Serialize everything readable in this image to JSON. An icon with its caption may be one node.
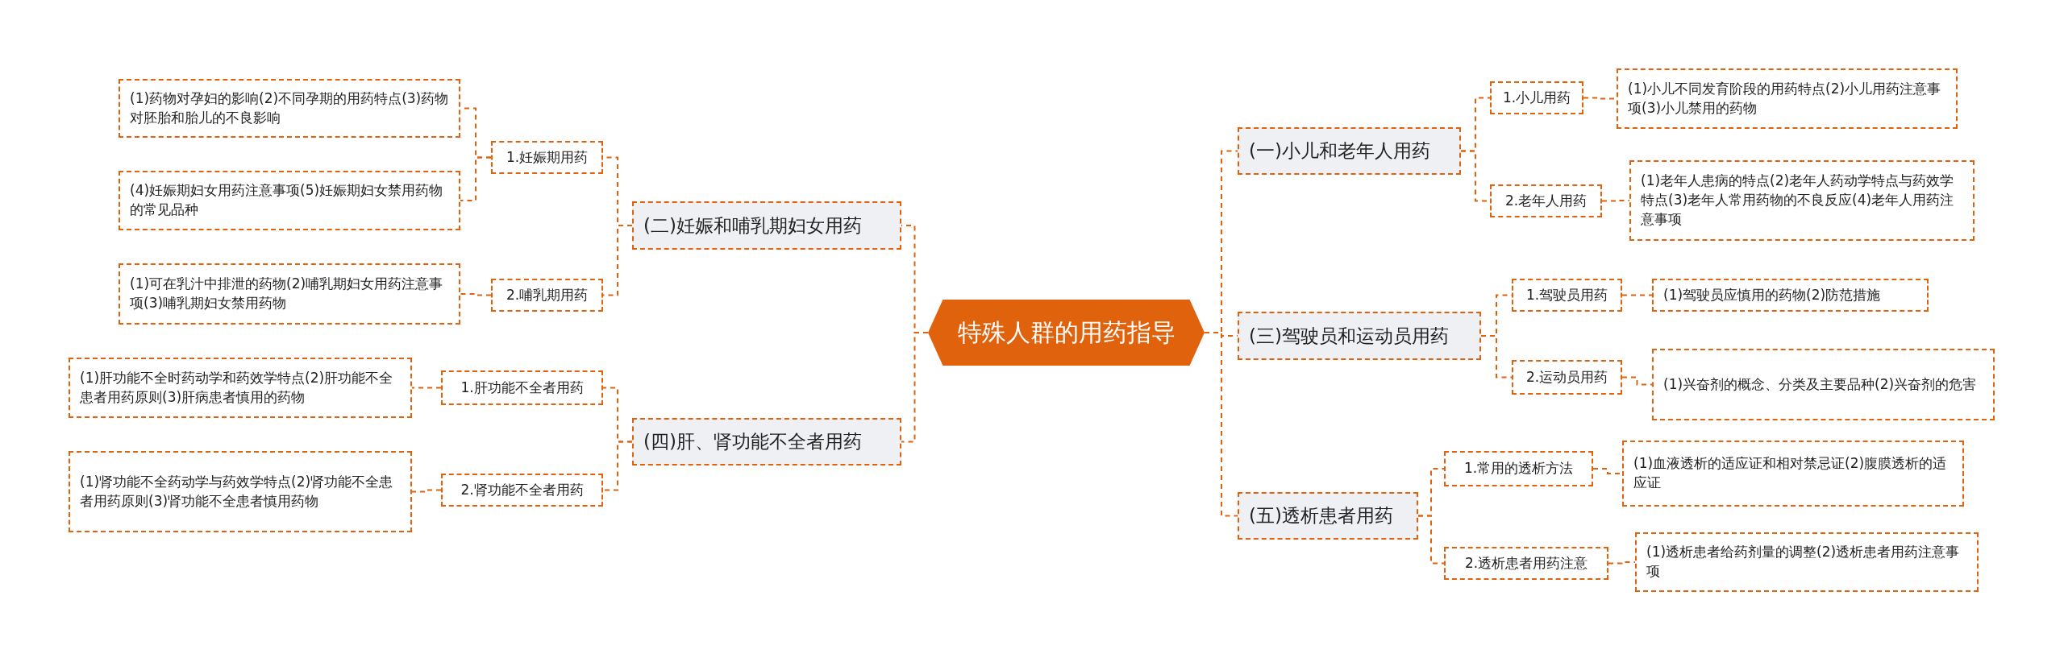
{
  "diagram": {
    "nodes": [
      {
        "text": [
          "特殊人群的用药指导"
        ]
      },
      {
        "text": [
          "(一)小儿和老年人用药"
        ]
      },
      {
        "text": [
          "1.小儿用药"
        ]
      },
      {
        "text": [
          "(1)小儿不同发育阶段的用药特点(2)小儿用药注意事项(3)小儿禁用的药物"
        ]
      },
      {
        "text": [
          "2.老年人用药"
        ]
      },
      {
        "text": [
          "(1)老年人患病的特点(2)老年人药动学特点与药效学特点(3)老年人常用药物的不良反应(4)老年人用药注意事项"
        ]
      },
      {
        "text": [
          "(三)驾驶员和运动员用药"
        ]
      },
      {
        "text": [
          "1.驾驶员用药"
        ]
      },
      {
        "text": [
          "(1)驾驶员应慎用的药物(2)防范措施"
        ]
      },
      {
        "text": [
          "2.运动员用药"
        ]
      },
      {
        "text": [
          "(1)兴奋剂的概念、分类及主要品种(2)兴奋剂的危害"
        ]
      },
      {
        "text": [
          "(五)透析患者用药"
        ]
      },
      {
        "text": [
          "1.常用的透析方法"
        ]
      },
      {
        "text": [
          "(1)血液透析的适应证和相对禁忌证(2)腹膜透析的适应证"
        ]
      },
      {
        "text": [
          "2.透析患者用药注意"
        ]
      },
      {
        "text": [
          "(1)透析患者给药剂量的调整(2)透析患者用药注意事项"
        ]
      },
      {
        "text": [
          "(二)妊娠和哺乳期妇女用药"
        ]
      },
      {
        "text": [
          "1.妊娠期用药"
        ]
      },
      {
        "text": [
          "(1)药物对孕妇的影响(2)不同孕期的用药特点(3)药物对胚胎和胎儿的不良影响"
        ]
      },
      {
        "text": [
          "(4)妊娠期妇女用药注意事项(5)妊娠期妇女禁用药物的常见品种"
        ]
      },
      {
        "text": [
          "2.哺乳期用药"
        ]
      },
      {
        "text": [
          "(1)可在乳汁中排泄的药物(2)哺乳期妇女用药注意事项(3)哺乳期妇女禁用药物"
        ]
      },
      {
        "text": [
          "(四)肝、肾功能不全者用药"
        ]
      },
      {
        "text": [
          "1.肝功能不全者用药"
        ]
      },
      {
        "text": [
          "(1)肝功能不全时药动学和药效学特点(2)肝功能不全患者用药原则(3)肝病患者慎用的药物"
        ]
      },
      {
        "text": [
          "2.肾功能不全者用药"
        ]
      },
      {
        "text": [
          "(1)肾功能不全药动学与药效学特点(2)肾功能不全患者用药原则(3)肾功能不全患者慎用药物"
        ]
      }
    ],
    "edges": [
      {
        "from": 0,
        "to": 1,
        "arrow": "none"
      },
      {
        "from": 1,
        "to": 2,
        "arrow": "none"
      },
      {
        "from": 2,
        "to": 3,
        "arrow": "none"
      },
      {
        "from": 1,
        "to": 4,
        "arrow": "none"
      },
      {
        "from": 4,
        "to": 5,
        "arrow": "none"
      },
      {
        "from": 0,
        "to": 6,
        "arrow": "none"
      },
      {
        "from": 6,
        "to": 7,
        "arrow": "none"
      },
      {
        "from": 7,
        "to": 8,
        "arrow": "none"
      },
      {
        "from": 6,
        "to": 9,
        "arrow": "none"
      },
      {
        "from": 9,
        "to": 10,
        "arrow": "none"
      },
      {
        "from": 0,
        "to": 11,
        "arrow": "none"
      },
      {
        "from": 11,
        "to": 12,
        "arrow": "none"
      },
      {
        "from": 12,
        "to": 13,
        "arrow": "none"
      },
      {
        "from": 11,
        "to": 14,
        "arrow": "none"
      },
      {
        "from": 14,
        "to": 15,
        "arrow": "none"
      },
      {
        "from": 0,
        "to": 16,
        "arrow": "none"
      },
      {
        "from": 16,
        "to": 17,
        "arrow": "none"
      },
      {
        "from": 17,
        "to": 18,
        "arrow": "none"
      },
      {
        "from": 17,
        "to": 19,
        "arrow": "none"
      },
      {
        "from": 16,
        "to": 20,
        "arrow": "none"
      },
      {
        "from": 20,
        "to": 21,
        "arrow": "none"
      },
      {
        "from": 0,
        "to": 22,
        "arrow": "none"
      },
      {
        "from": 22,
        "to": 23,
        "arrow": "none"
      },
      {
        "from": 23,
        "to": 24,
        "arrow": "none"
      },
      {
        "from": 22,
        "to": 25,
        "arrow": "none"
      },
      {
        "from": 25,
        "to": 26,
        "arrow": "none"
      }
    ]
  }
}
